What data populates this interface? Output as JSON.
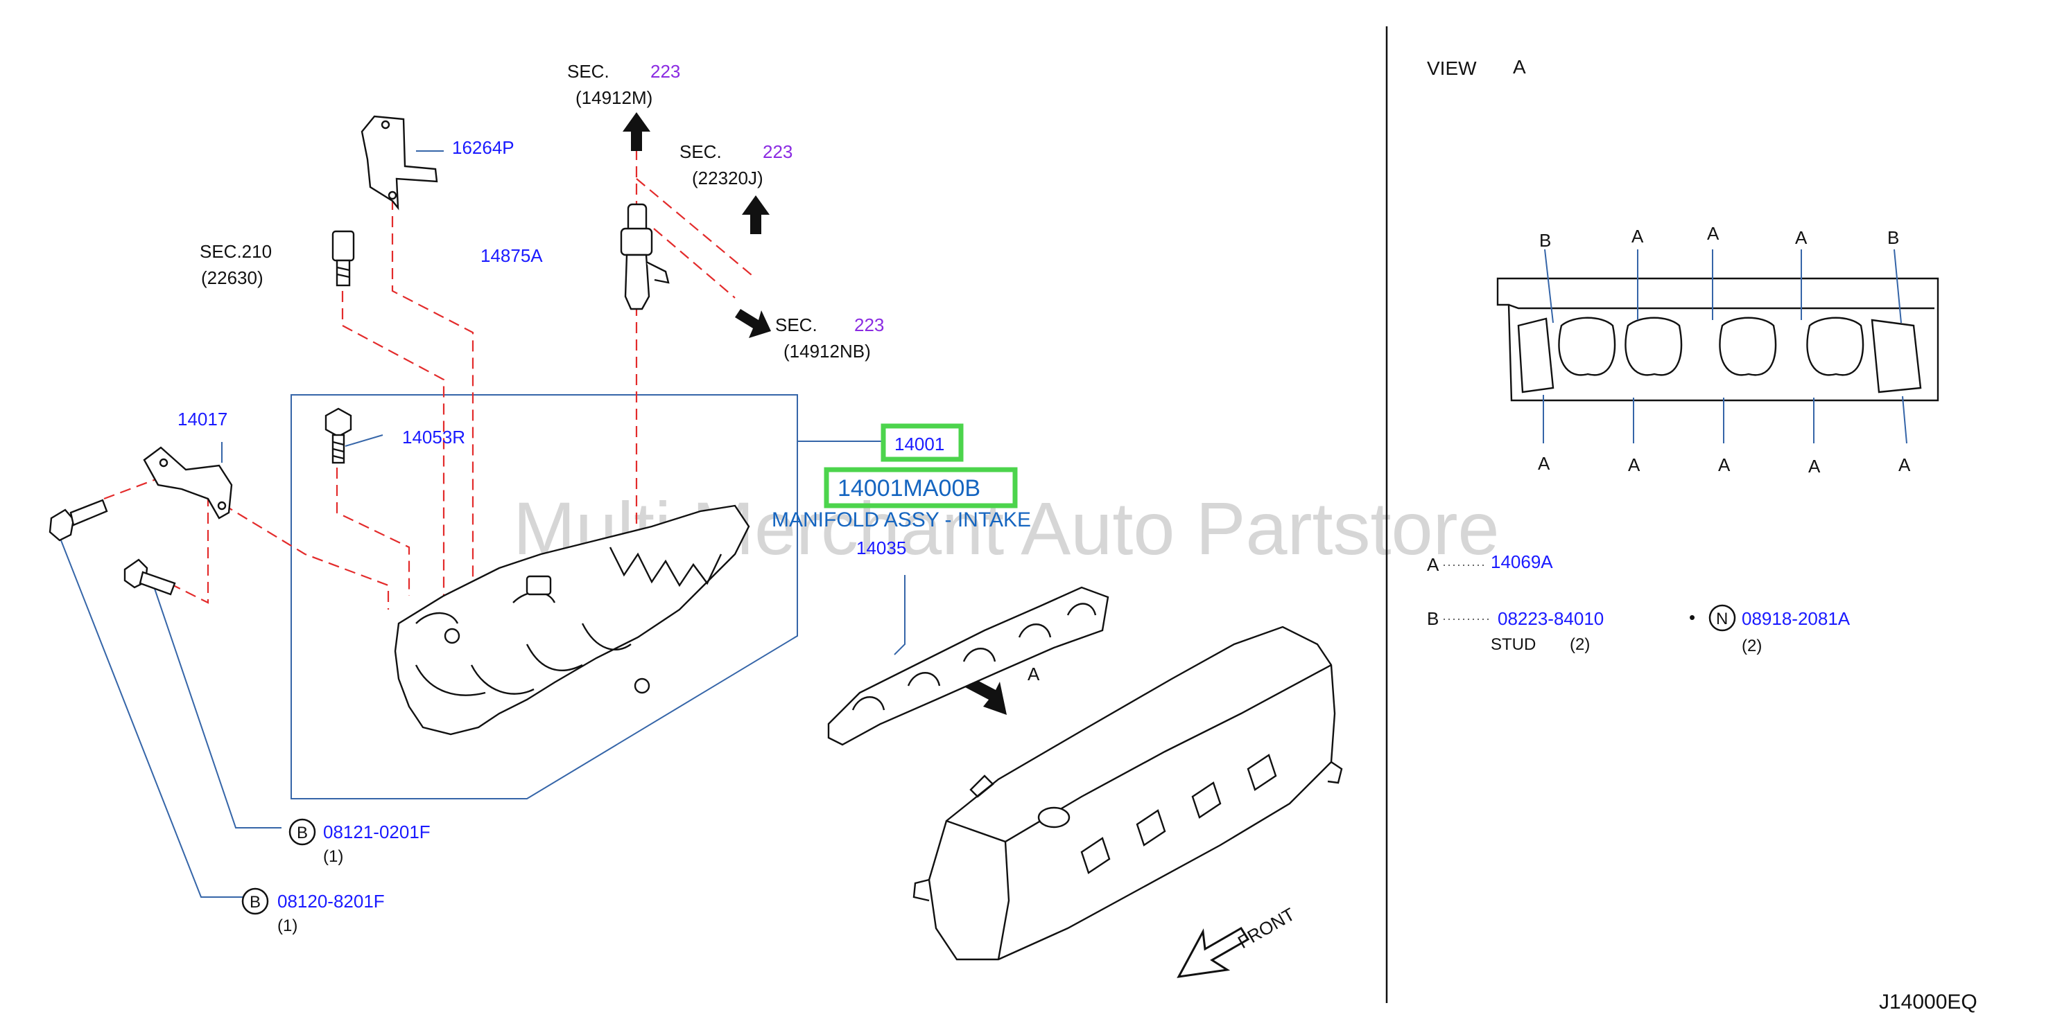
{
  "watermark": "Multi Merchant Auto Partstore",
  "diagram_code": "J14000EQ",
  "front_label": "FRONT",
  "view_marker": "A",
  "sec_refs": [
    {
      "prefix": "SEC.",
      "num": "223",
      "sub": "(14912M)"
    },
    {
      "prefix": "SEC.",
      "num": "223",
      "sub": "(22320J)"
    },
    {
      "prefix": "SEC.",
      "num": "223",
      "sub": "(14912NB)"
    },
    {
      "prefix": "SEC.210",
      "num": "",
      "sub": "(22630)"
    }
  ],
  "parts": {
    "p16264P": "16264P",
    "p14875A": "14875A",
    "p14017": "14017",
    "p14053R": "14053R",
    "p14001": "14001",
    "p14035": "14035"
  },
  "highlight": {
    "part_number": "14001MA00B",
    "description": "MANIFOLD ASSY - INTAKE"
  },
  "fasteners": [
    {
      "badge": "B",
      "part": "08121-0201F",
      "qty": "(1)"
    },
    {
      "badge": "B",
      "part": "08120-8201F",
      "qty": "(1)"
    }
  ],
  "view_panel": {
    "title": "VIEW",
    "title_letter": "A",
    "top_labels": [
      "B",
      "A",
      "A",
      "A",
      "B"
    ],
    "bottom_labels": [
      "A",
      "A",
      "A",
      "A",
      "A"
    ],
    "legend": [
      {
        "key": "A",
        "part": "14069A"
      },
      {
        "key": "B",
        "part": "08223-84010",
        "note": "STUD",
        "qty": "(2)"
      }
    ],
    "extra": {
      "bullet": "•",
      "badge": "N",
      "part": "08918-2081A",
      "qty": "(2)"
    }
  }
}
